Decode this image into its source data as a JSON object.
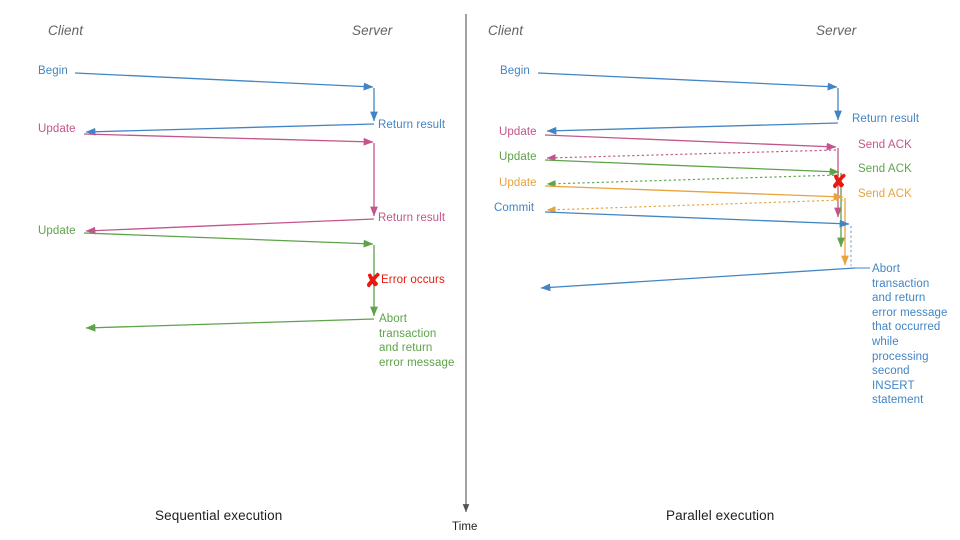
{
  "figure": {
    "title_left": "Sequential execution",
    "title_right": "Parallel execution",
    "time_axis_label": "Time",
    "actor_client": "Client",
    "actor_server": "Server"
  },
  "colors": {
    "blue": "#4285c5",
    "pink": "#c4558a",
    "green": "#5ea24a",
    "orange": "#e8a33d",
    "red": "#e8190e",
    "gray": "#5f6368",
    "black": "#202124",
    "axis": "#555555"
  },
  "left_panel": {
    "name": "Sequential execution",
    "actors": {
      "client": "Client",
      "server": "Server"
    },
    "messages": [
      {
        "label": "Begin",
        "color": "blue",
        "dir": "request"
      },
      {
        "label": "Return result",
        "color": "blue",
        "dir": "response"
      },
      {
        "label": "Update",
        "color": "pink",
        "dir": "request"
      },
      {
        "label": "Return result",
        "color": "pink",
        "dir": "response"
      },
      {
        "label": "Update",
        "color": "green",
        "dir": "request"
      },
      {
        "label": "Error occurs",
        "color": "red",
        "dir": "marker"
      },
      {
        "label": "Abort transaction and return error message",
        "color": "green",
        "dir": "response"
      }
    ],
    "client_labels": [
      "Begin",
      "Update",
      "Update"
    ],
    "server_labels": [
      "Return result",
      "Return result",
      "Error occurs",
      "Abort\ntransaction\nand return\nerror message"
    ]
  },
  "right_panel": {
    "name": "Parallel execution",
    "actors": {
      "client": "Client",
      "server": "Server"
    },
    "messages": [
      {
        "label": "Begin",
        "color": "blue",
        "dir": "request"
      },
      {
        "label": "Return result",
        "color": "blue",
        "dir": "response"
      },
      {
        "label": "Update",
        "color": "pink",
        "dir": "request"
      },
      {
        "label": "Send ACK",
        "color": "pink",
        "dir": "ack"
      },
      {
        "label": "Update",
        "color": "green",
        "dir": "request"
      },
      {
        "label": "Send ACK",
        "color": "green",
        "dir": "ack"
      },
      {
        "label": "Update",
        "color": "orange",
        "dir": "request"
      },
      {
        "label": "Send ACK",
        "color": "orange",
        "dir": "ack"
      },
      {
        "label": "Commit",
        "color": "blue",
        "dir": "request"
      },
      {
        "label": "Error occurs",
        "color": "red",
        "dir": "marker"
      },
      {
        "label": "Abort transaction and return error message that occurred while processing second INSERT statement",
        "color": "blue",
        "dir": "response"
      }
    ],
    "client_labels": [
      "Begin",
      "Update",
      "Update",
      "Update",
      "Commit"
    ],
    "server_labels": [
      "Return result",
      "Send ACK",
      "Send ACK",
      "Send ACK"
    ],
    "abort_block": "Abort\ntransaction\nand return\nerror message\nthat occurred\nwhile\nprocessing\nsecond\nINSERT\nstatement"
  },
  "text": {
    "begin": "Begin",
    "update": "Update",
    "commit": "Commit",
    "return_result": "Return result",
    "send_ack": "Send ACK",
    "error_occurs": "Error occurs",
    "x_glyph": "✘",
    "abort_left": "Abort\ntransaction\nand return\nerror message",
    "abort_right": "Abort\ntransaction\nand return\nerror message\nthat occurred\nwhile\nprocessing\nsecond\nINSERT\nstatement"
  }
}
